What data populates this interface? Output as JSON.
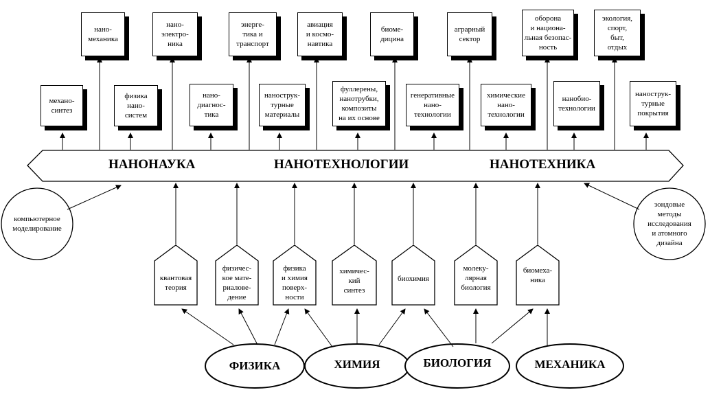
{
  "band": {
    "labels": [
      "НАНОНАУКА",
      "НАНОТЕХНОЛОГИИ",
      "НАНОТЕХНИКА"
    ]
  },
  "top_boxes": [
    "нано-\nмеханика",
    "нано-\nэлектро-\nника",
    "энерге-\nтика и\nтранспорт",
    "авиация\nи  космо-\nнавтика",
    "биоме-\nдицина",
    "аграрный\nсектор",
    "оборона\nи национа-\nльная безопас-\nность",
    "экология,\nспорт,\nбыт,\nотдых"
  ],
  "mid_boxes": [
    "механо-\nсинтез",
    "физика\nнано-\nсистем",
    "нано-\nдиагнос-\nтика",
    "нанострук-\nтурные\nматериалы",
    "фуллерены,\nнанотрубки,\nкомпозиты\nна их основе",
    "генеративные\nнано-\nтехнологии",
    "химические\nнано-\nтехнологии",
    "нанобио-\nтехнологии",
    "нанострук-\nтурные\nпокрытия"
  ],
  "houses": [
    "квантовая\nтеория",
    "физичес-\nкое мате-\nриалове-\nдение",
    "физика\nи химия\nповерх-\nности",
    "химичес-\nкий\nсинтез",
    "биохимия",
    "молеку-\nлярная\nбиология",
    "биомеха-\nника"
  ],
  "circles": {
    "left": "компьютерное\nмоделирование",
    "right": "зондовые\nметоды\nисследования\nи атомного\nдизайна"
  },
  "ellipses": [
    "ФИЗИКА",
    "ХИМИЯ",
    "БИОЛОГИЯ",
    "МЕХАНИКА"
  ]
}
